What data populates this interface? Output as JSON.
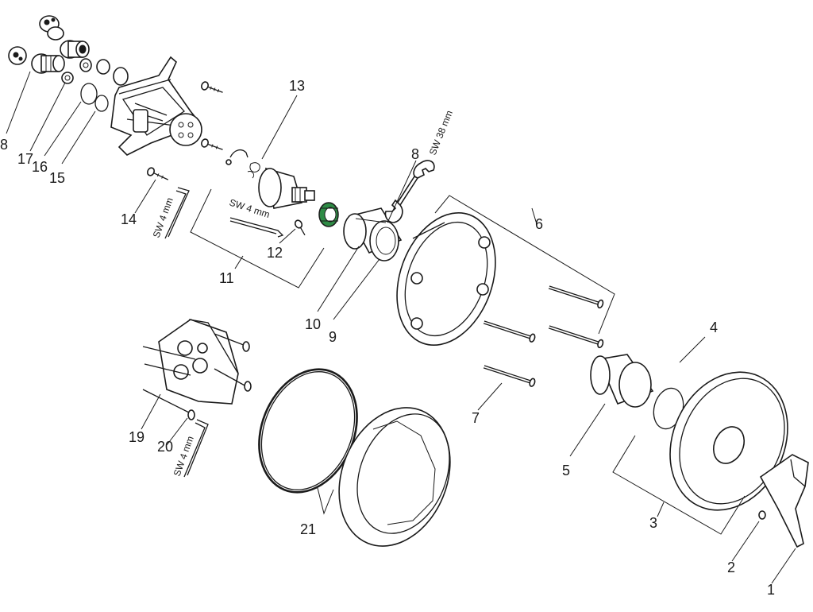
{
  "callouts": {
    "c1": "1",
    "c2": "2",
    "c3": "3",
    "c4": "4",
    "c5": "5",
    "c6": "6",
    "c7": "7",
    "c8a": "8",
    "c8b": "8",
    "c9": "9",
    "c10": "10",
    "c11": "11",
    "c12": "12",
    "c13": "13",
    "c14": "14",
    "c15": "15",
    "c16": "16",
    "c17": "17",
    "c19": "19",
    "c20": "20",
    "c21": "21"
  },
  "tool_labels": {
    "wrench": "SW 38 mm",
    "hex_key_12": "SW 4 mm",
    "hex_key_14": "SW 4 mm",
    "hex_key_20": "SW 4 mm"
  },
  "colors": {
    "line": "#1a1a1a",
    "highlight_ring": "#2e8b45",
    "background": "#ffffff"
  }
}
